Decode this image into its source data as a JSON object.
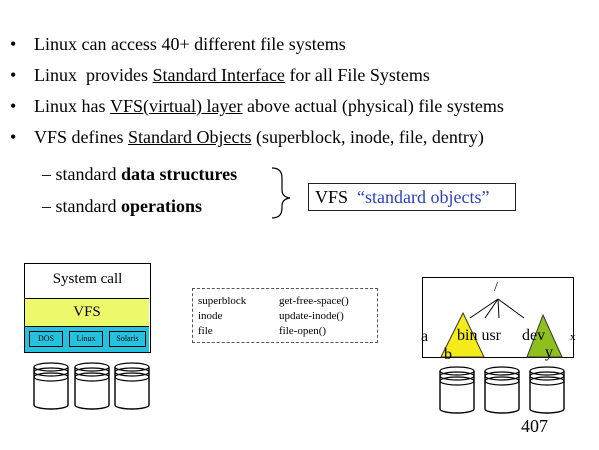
{
  "bullets": [
    {
      "a": "Linux  can access 40+ different file systems",
      "u": "",
      "b": ""
    },
    {
      "a": "Linux  provides ",
      "u": "Standard Interface",
      "b": " for all File Systems"
    },
    {
      "a": "Linux has ",
      "u": "VFS(virtual) layer",
      "b": " above actual (physical) file systems"
    },
    {
      "a": "VFS defines ",
      "u": "Standard Objects",
      "b": " (superblock, inode, file, dentry)"
    }
  ],
  "bullet_glyph": "•",
  "sub_items": [
    {
      "dash": "–",
      "text": "standard ",
      "bold": "data structures"
    },
    {
      "dash": "–",
      "text": "standard ",
      "bold": "operations"
    }
  ],
  "vfs_box": {
    "prefix": "VFS  ",
    "quoted": "“standard objects”"
  },
  "stack": {
    "syscall": "System call",
    "vfs": "VFS",
    "fs": [
      "DOS",
      "Linux",
      "Solaris"
    ]
  },
  "objects_table": [
    {
      "obj": "superblock",
      "op": "get-free-space()"
    },
    {
      "obj": "inode",
      "op": "update-inode()"
    },
    {
      "obj": "file",
      "op": "file-open()"
    }
  ],
  "tree": {
    "root": "/",
    "a": "a",
    "b": "b",
    "dirs": "bin usr",
    "dev": "dev",
    "y": "y",
    "x": "x",
    "yellow": "#f3ec1a",
    "green": "#8fbf1e"
  },
  "page_number": "407"
}
